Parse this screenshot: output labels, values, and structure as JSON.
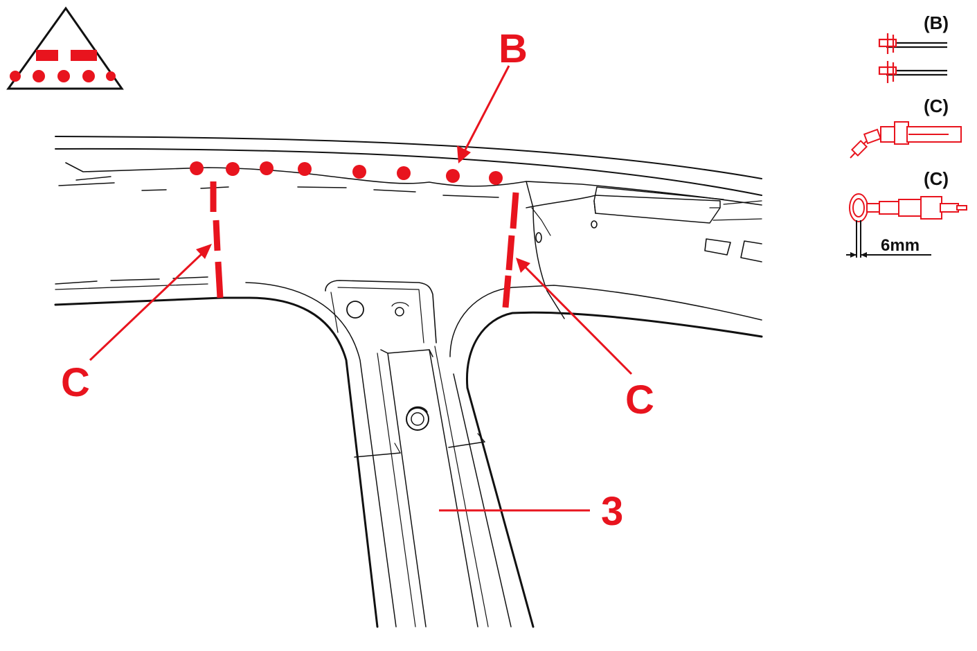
{
  "colors": {
    "accent": "#e8141e",
    "line": "#111111",
    "paper": "#ffffff"
  },
  "callouts": {
    "top_weld": "B",
    "left_cut": "C",
    "right_cut": "C",
    "part_number": "3"
  },
  "legend": {
    "item_b_label": "(B)",
    "item_c1_label": "(C)",
    "item_c2_label": "(C)",
    "dimension_label": "6mm"
  },
  "icons": {
    "warning": "weld-symbol-triangle-icon",
    "spot_weld": "spot-weld-icon",
    "air_saw": "air-saw-icon",
    "spot_drill": "spot-weld-drill-icon"
  }
}
